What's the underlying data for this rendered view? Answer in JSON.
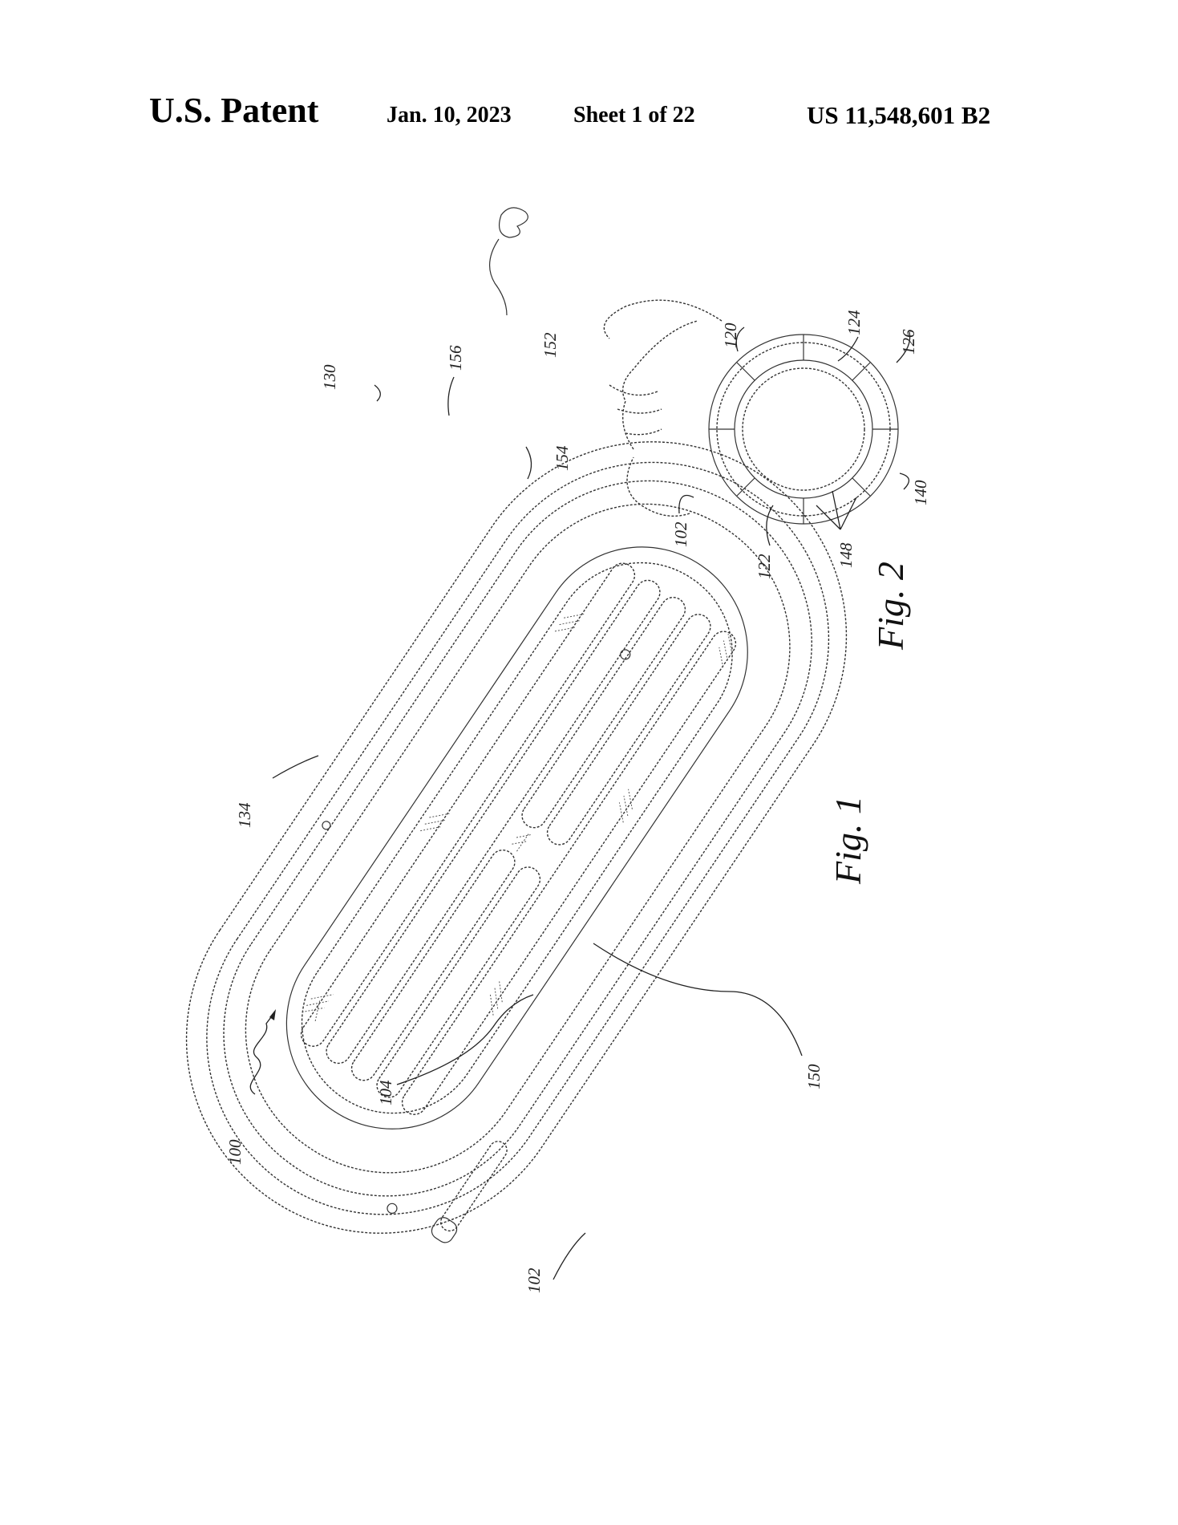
{
  "header": {
    "title": "U.S. Patent",
    "date": "Jan. 10, 2023",
    "sheet": "Sheet 1 of 22",
    "patent_number": "US 11,548,601 B2"
  },
  "figures": {
    "fig1": {
      "label": "Fig. 1",
      "refs": [
        "100",
        "102",
        "104",
        "130",
        "134",
        "150",
        "152",
        "154",
        "156"
      ]
    },
    "fig2": {
      "label": "Fig. 2",
      "refs": [
        "102",
        "120",
        "122",
        "124",
        "126",
        "140",
        "148"
      ]
    }
  }
}
